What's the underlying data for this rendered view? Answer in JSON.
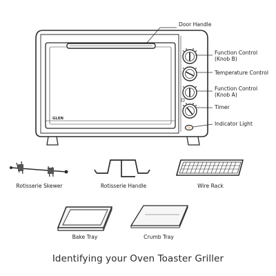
{
  "callouts": {
    "door_handle": "Door Handle",
    "function_control_b_1": "Function Control",
    "function_control_b_2": "(Knob B)",
    "temperature_control": "Temperature Control",
    "function_control_a_1": "Function Control",
    "function_control_a_2": "(Knob A)",
    "timer": "Timer",
    "indicator_light": "Indicator Light"
  },
  "brand_logo": "GLEN",
  "accessories": [
    {
      "label": "Rotisserie Skewer"
    },
    {
      "label": "Rotisserie Handle"
    },
    {
      "label": "Wire Rack"
    },
    {
      "label": "Bake Tray"
    },
    {
      "label": "Crumb Tray"
    }
  ],
  "title": "Identifying your Oven Toaster Griller",
  "colors": {
    "line": "#2b2b2b",
    "accent": "#e08a2a"
  }
}
